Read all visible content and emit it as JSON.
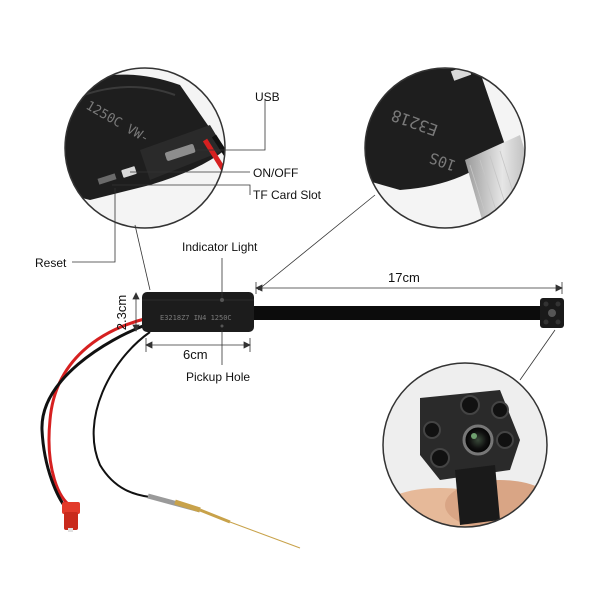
{
  "labels": {
    "usb": "USB",
    "on_off": "ON/OFF",
    "tf_card_slot": "TF Card Slot",
    "reset": "Reset",
    "indicator_light": "Indicator Light",
    "pickup_hole": "Pickup Hole"
  },
  "dimensions": {
    "length": "17cm",
    "height": "2.3cm",
    "width": "6cm"
  },
  "board_text": {
    "zoom_left": "1250C VW-",
    "zoom_right": "E3218",
    "zoom_right_2": "10S",
    "main": "E3218Z7  IN4  1250C"
  },
  "colors": {
    "board": "#1c1c1c",
    "cable_red": "#d62020",
    "cable_black": "#111111",
    "connector": "#e23a2a",
    "antenna": "#c8a24a"
  }
}
